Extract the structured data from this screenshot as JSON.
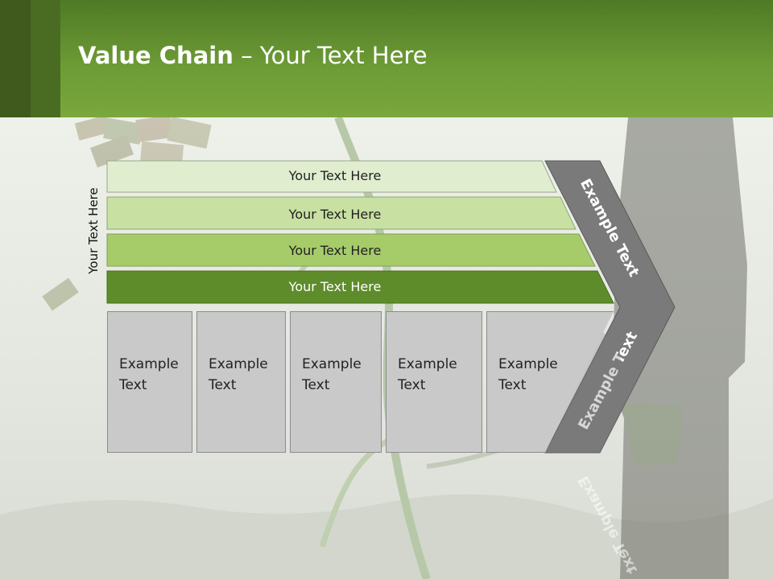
{
  "header": {
    "title_bold": "Value Chain",
    "title_rest": " – Your Text Here"
  },
  "diagram": {
    "side_label": "Your Text Here",
    "rows": [
      {
        "label": "Your Text Here",
        "color": "#e1edcf"
      },
      {
        "label": "Your Text Here",
        "color": "#c8e0a2"
      },
      {
        "label": "Your Text Here",
        "color": "#a6cc6a"
      },
      {
        "label": "Your Text Here",
        "color": "#5e8c2b"
      }
    ],
    "boxes": [
      {
        "line1": "Example",
        "line2": "Text"
      },
      {
        "line1": "Example",
        "line2": "Text"
      },
      {
        "line1": "Example",
        "line2": "Text"
      },
      {
        "line1": "Example",
        "line2": "Text"
      },
      {
        "line1": "Example",
        "line2": "Text"
      }
    ],
    "chevron_top_label": "Example Text",
    "chevron_bottom_label": "Example Text",
    "chevron_color": "#7a7a7a"
  }
}
